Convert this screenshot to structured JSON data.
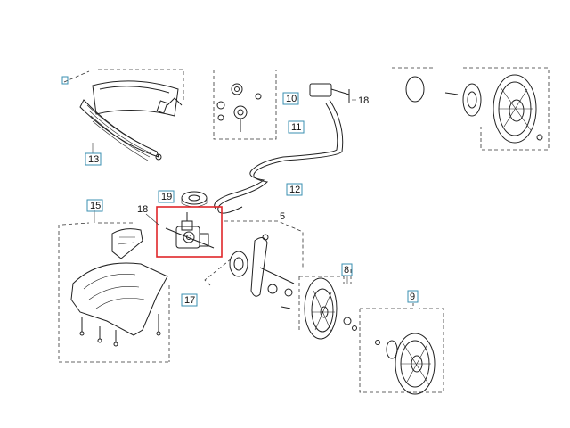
{
  "diagram": {
    "callouts": {
      "c10": "10",
      "c18a": "18",
      "c11": "11",
      "c13": "13",
      "c12": "12",
      "c19": "19",
      "c15": "15",
      "c18b": "18",
      "c5": "5",
      "c8": "8",
      "c17": "17",
      "c9": "9"
    },
    "highlight_color": "#e0262a",
    "callout_box_color": "#3a8fb0"
  }
}
